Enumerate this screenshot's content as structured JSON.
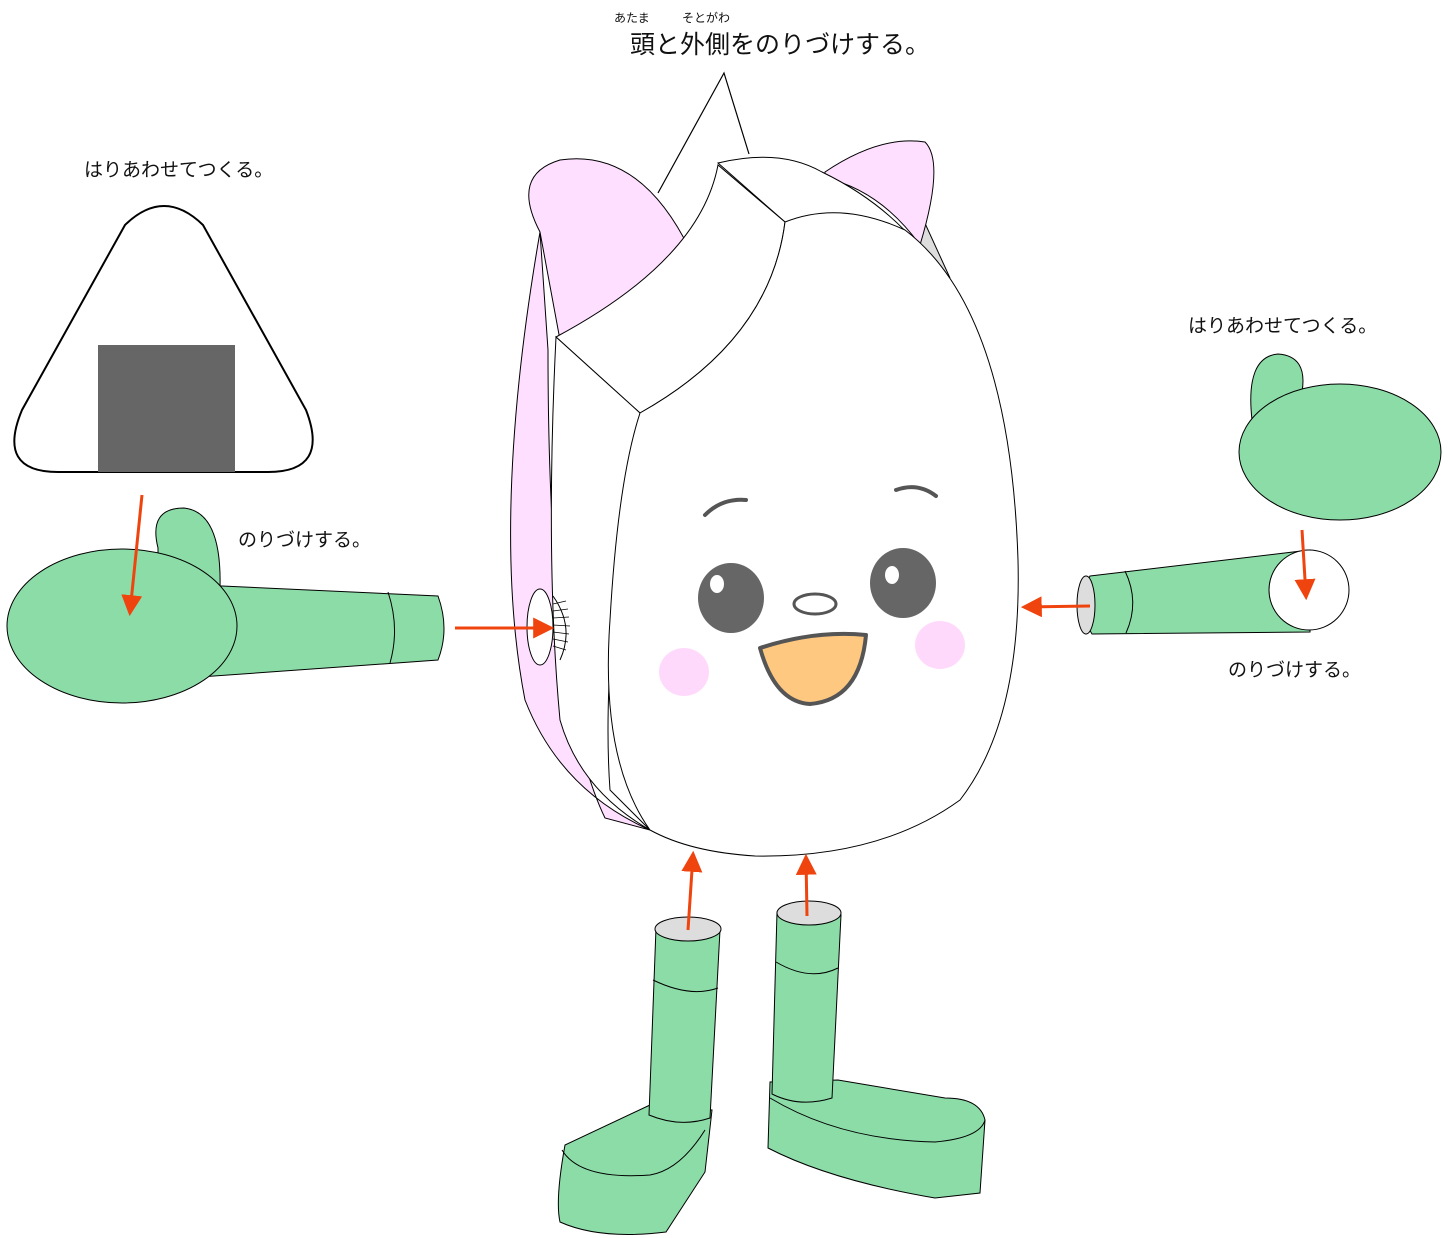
{
  "title": {
    "ruby_head": "あたま",
    "ruby_outside": "そとがわ",
    "text": "頭と外側をのりづけする。"
  },
  "labels": {
    "left_make": "はりあわせてつくる。",
    "left_glue": "のりづけする。",
    "right_make": "はりあわせてつくる。",
    "right_glue": "のりづけする。"
  },
  "colors": {
    "green": "#8cdca8",
    "pink": "#ffdfff",
    "cheek": "#ffd9fc",
    "mouth": "#ffc880",
    "gray": "#666666",
    "light_gray": "#dddddd",
    "arrow": "#f0440f",
    "outline": "#000000"
  }
}
